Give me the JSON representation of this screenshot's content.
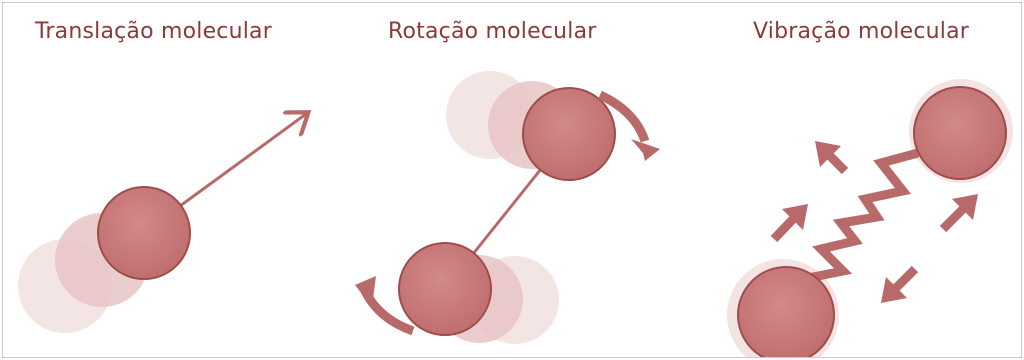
{
  "panels": [
    {
      "title": "Translação molecular"
    },
    {
      "title": "Rotação molecular"
    },
    {
      "title": "Vibração molecular"
    }
  ],
  "colors": {
    "molecule_fill": "#c97a7a",
    "molecule_stroke": "#9e4c4c",
    "ghost_fill": "#e8cccc",
    "arrow": "#b86a6a",
    "title_text": "#8a3a3a",
    "frame_border": "#c9c9c9"
  }
}
